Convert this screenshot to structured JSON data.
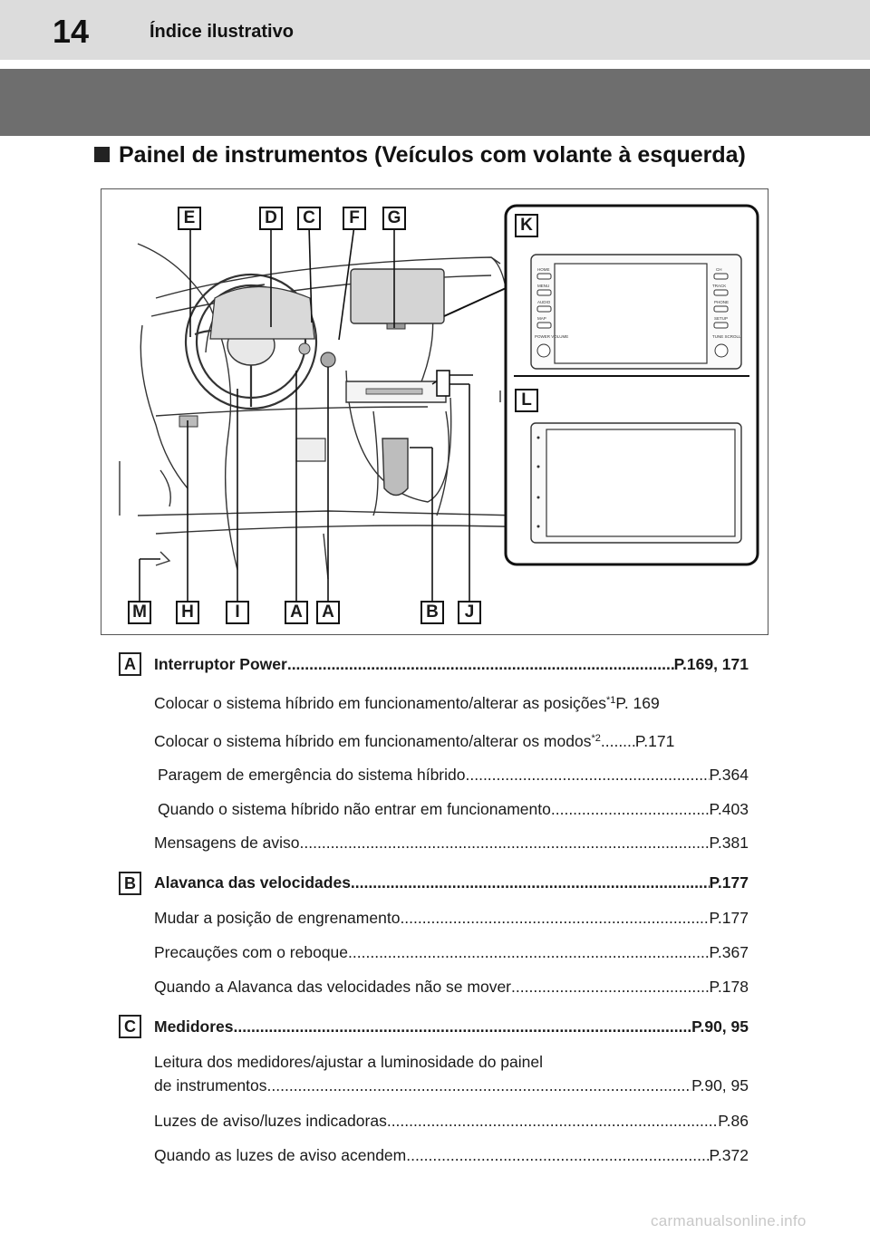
{
  "header": {
    "page_number": "14",
    "title": "Índice ilustrativo"
  },
  "section": {
    "title": "Painel de instrumentos (Veículos com volante à esquerda)"
  },
  "figure": {
    "top_labels": [
      "E",
      "D",
      "C",
      "F",
      "G"
    ],
    "bottom_labels": [
      "M",
      "H",
      "I",
      "A",
      "A",
      "B",
      "J"
    ],
    "inset_labels": [
      "K",
      "L"
    ],
    "audio_buttons_left": [
      "HOME",
      "MENU",
      "AUDIO",
      "MAP",
      "POWER VOLUME"
    ],
    "audio_buttons_right": [
      "CH",
      "TRACK",
      "PHONE",
      "SETUP",
      "TUNE SCROLL"
    ]
  },
  "entries": [
    {
      "badge": "A",
      "title": "Interruptor Power",
      "ref": "P.169, 171",
      "items": [
        {
          "text": "Colocar o sistema híbrido em funcionamento/alterar as posições",
          "sup": "*1",
          "ref": "P. 169"
        },
        {
          "text": "Colocar o sistema híbrido em funcionamento/alterar os modos",
          "sup": "*2",
          "ref": "P.171"
        },
        {
          "text": "Paragem de emergência do sistema híbrido",
          "ref": "P.364"
        },
        {
          "text": "Quando o sistema híbrido não entrar em funcionamento",
          "ref": "P.403"
        },
        {
          "text": "Mensagens de aviso",
          "ref": "P.381"
        }
      ]
    },
    {
      "badge": "B",
      "title": "Alavanca das velocidades",
      "ref": "P.177",
      "items": [
        {
          "text": "Mudar a posição de engrenamento",
          "ref": "P.177"
        },
        {
          "text": "Precauções com o reboque",
          "ref": "P.367"
        },
        {
          "text": "Quando a Alavanca das velocidades não se mover",
          "ref": "P.178"
        }
      ]
    },
    {
      "badge": "C",
      "title": "Medidores",
      "ref": "P.90, 95",
      "items": [
        {
          "text_line1": "Leitura dos medidores/ajustar a luminosidade do painel",
          "text": "de instrumentos",
          "ref": "P.90, 95"
        },
        {
          "text": "Luzes de aviso/luzes indicadoras",
          "ref": "P.86"
        },
        {
          "text": "Quando as luzes de aviso acendem",
          "ref": "P.372"
        }
      ]
    }
  ],
  "footer": {
    "watermark": "carmanualsonline.info"
  }
}
